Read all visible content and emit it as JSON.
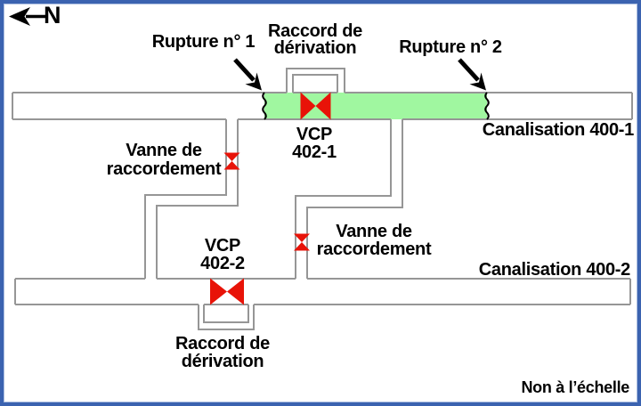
{
  "compass": {
    "label": "N"
  },
  "annotations": {
    "rupture_1": "Rupture n° 1",
    "rupture_2": "Rupture n° 2",
    "bypass_top": {
      "line1": "Raccord de",
      "line2": "dérivation"
    },
    "bypass_bottom": {
      "line1": "Raccord de",
      "line2": "dérivation"
    },
    "valve_vcp_1": {
      "line1": "VCP",
      "line2": "402-1"
    },
    "valve_vcp_2": {
      "line1": "VCP",
      "line2": "402-2"
    },
    "connection_valve_left": {
      "line1": "Vanne de",
      "line2": "raccordement"
    },
    "connection_valve_right": {
      "line1": "Vanne de",
      "line2": "raccordement"
    },
    "pipeline_1": "Canalisation 400-1",
    "pipeline_2": "Canalisation 400-2",
    "scale_note": "Non à l’échelle"
  },
  "colors": {
    "border_blue": "#3b63b0",
    "pipe_gray": "#969696",
    "highlight_green": "#a0f7a0",
    "valve_red": "#e81308",
    "ink_black": "#000000"
  }
}
